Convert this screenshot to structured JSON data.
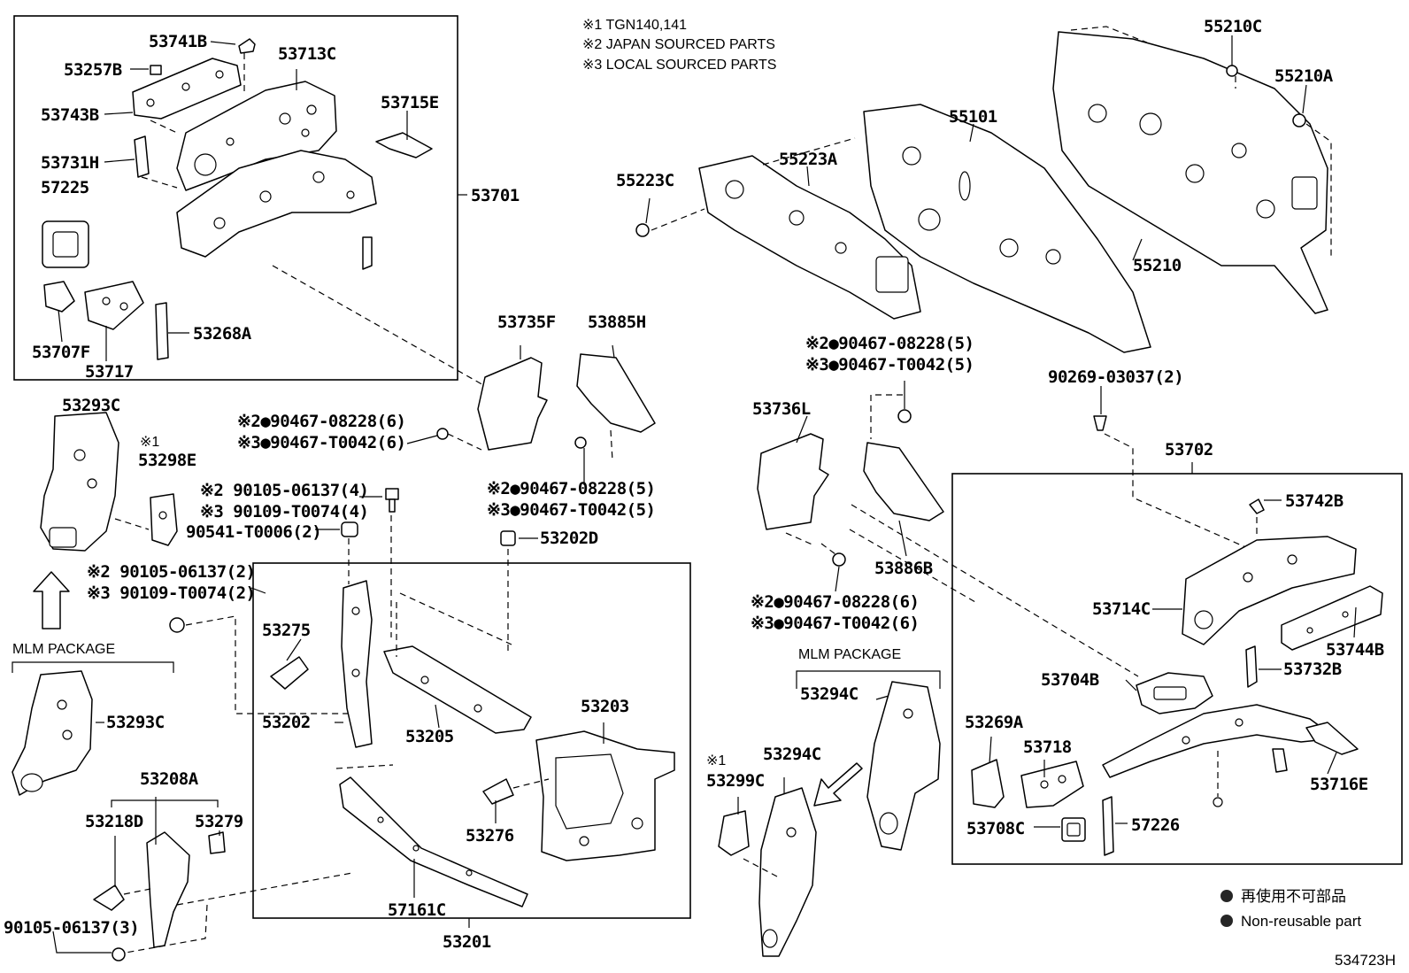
{
  "footnotes": [
    "※1 TGN140,141",
    "※2 JAPAN SOURCED PARTS",
    "※3 LOCAL SOURCED PARTS"
  ],
  "legend": {
    "jp": "再使用不可部品",
    "en": "Non-reusable part"
  },
  "diagram_code": "534723H",
  "packages": {
    "left": "MLM PACKAGE",
    "right": "MLM PACKAGE"
  },
  "labels": {
    "p53741B": "53741B",
    "p53713C": "53713C",
    "p53257B": "53257B",
    "p53743B": "53743B",
    "p53715E": "53715E",
    "p53731H": "53731H",
    "p57225": "57225",
    "p53701": "53701",
    "p53707F": "53707F",
    "p53717": "53717",
    "p53268A": "53268A",
    "p53293C_a": "53293C",
    "p53298E_note": "※1",
    "p53298E": "53298E",
    "p53293C_b": "53293C",
    "p53208A": "53208A",
    "p53218D": "53218D",
    "p53279": "53279",
    "p90105_3": "90105-06137(3)",
    "p53735F": "53735F",
    "p53885H": "53885H",
    "f_left_1": "※2●90467-08228(6)",
    "f_left_2": "※3●90467-T0042(6)",
    "f_mid_1": "※2 90105-06137(4)",
    "f_mid_2": "※3 90109-T0074(4)",
    "f_mid_3": "90541-T0006(2)",
    "f_ctr_1": "※2●90467-08228(5)",
    "f_ctr_2": "※3●90467-T0042(5)",
    "p53202D": "53202D",
    "f_low_1": "※2 90105-06137(2)",
    "f_low_2": "※3 90109-T0074(2)",
    "p53275": "53275",
    "p53202": "53202",
    "p53205": "53205",
    "p53203": "53203",
    "p53276": "53276",
    "p57161C": "57161C",
    "p53201": "53201",
    "p55223C": "55223C",
    "p55223A": "55223A",
    "p55101": "55101",
    "p55210C": "55210C",
    "p55210A": "55210A",
    "p55210": "55210",
    "f_rt_1": "※2●90467-08228(5)",
    "f_rt_2": "※3●90467-T0042(5)",
    "p90269": "90269-03037(2)",
    "p53736L": "53736L",
    "p53886B": "53886B",
    "f_rb_1": "※2●90467-08228(6)",
    "f_rb_2": "※3●90467-T0042(6)",
    "p53294C_a": "53294C",
    "p53299C_note": "※1",
    "p53299C": "53299C",
    "p53294C_b": "53294C",
    "p53702": "53702",
    "p53742B": "53742B",
    "p53714C": "53714C",
    "p53744B": "53744B",
    "p53704B": "53704B",
    "p53732B": "53732B",
    "p53269A": "53269A",
    "p53718": "53718",
    "p53716E": "53716E",
    "p53708C": "53708C",
    "p57226": "57226"
  }
}
